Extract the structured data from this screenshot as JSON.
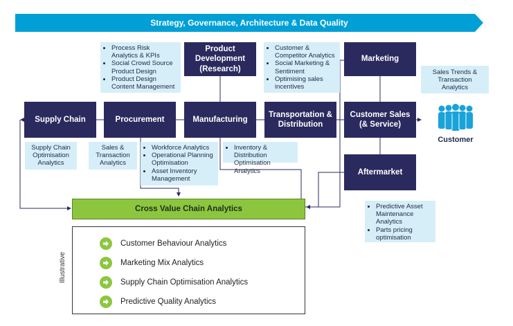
{
  "banner": {
    "label": "Strategy, Governance, Architecture & Data Quality",
    "color": "#00a0d6"
  },
  "boxes": {
    "product_development": "Product Development (Research)",
    "marketing": "Marketing",
    "supply_chain": "Supply Chain",
    "procurement": "Procurement",
    "manufacturing": "Manufacturing",
    "transportation": "Transportation & Distribution",
    "customer_sales": "Customer Sales (& Service)",
    "aftermarket": "Aftermarket"
  },
  "notes": {
    "product_development": [
      "Process Risk Analytics & KPIs",
      "Social Crowd Source Product Design",
      "Product Design Content Management"
    ],
    "marketing": [
      "Customer & Competitor Analytics",
      "Social Marketing & Sentiment",
      "Optimising sales incentives"
    ],
    "customer_sales": "Sales Trends & Transaction Analytics",
    "supply_chain": "Supply Chain Optimisation Analytics",
    "procurement": "Sales & Transaction Analytics",
    "manufacturing": [
      "Workforce Analytics",
      "Operational Planning Optimisation",
      "Asset Inventory Management"
    ],
    "transportation": [
      "Inventory & Distribution Optimisation Analytics"
    ],
    "aftermarket": [
      "Predictive Asset Maintenance Analytics",
      "Parts pricing optimisation"
    ]
  },
  "customer": {
    "label": "Customer",
    "icon": "people-icon",
    "color": "#1aa3d9"
  },
  "cross_value_chain": "Cross Value Chain Analytics",
  "illustrative": {
    "label": "Illustrative",
    "items": [
      "Customer Behaviour Analytics",
      "Marketing Mix Analytics",
      "Supply Chain Optimisation Analytics",
      "Predictive Quality Analytics"
    ],
    "icon": "arrow-right-circle-icon"
  }
}
